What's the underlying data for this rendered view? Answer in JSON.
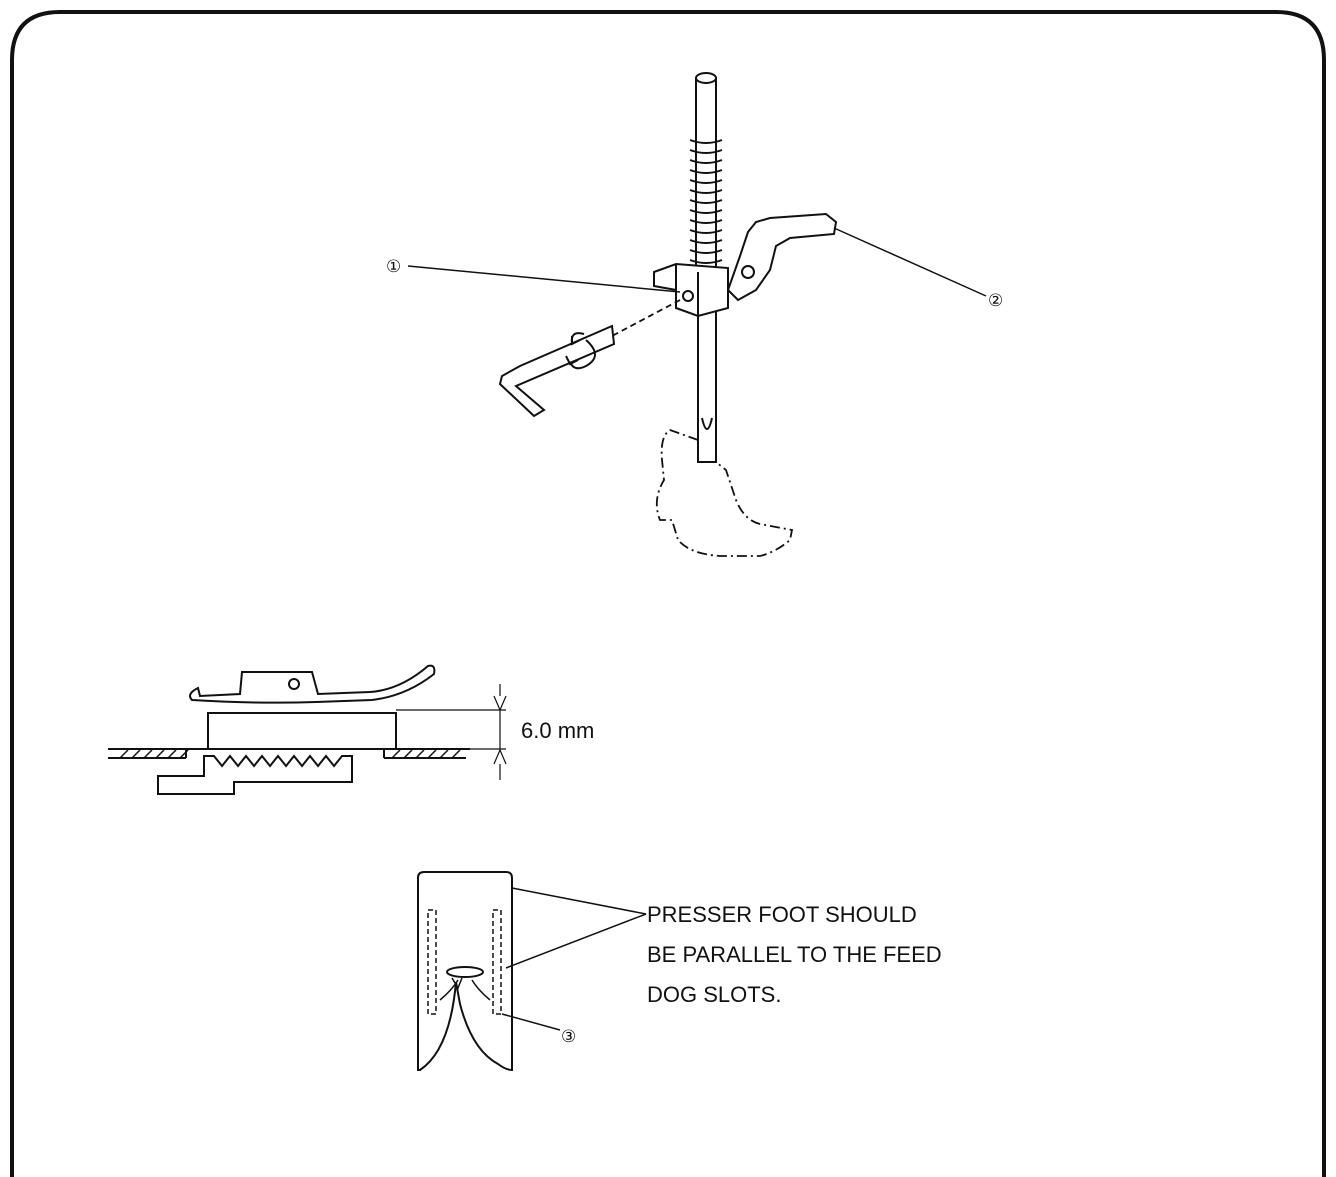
{
  "callouts": {
    "c1": "①",
    "c2": "②",
    "c3": "③"
  },
  "dimension": {
    "gap": "6.0 mm"
  },
  "note": {
    "line1": "PRESSER FOOT SHOULD",
    "line2": "BE PARALLEL TO THE FEED",
    "line3": "DOG SLOTS."
  }
}
